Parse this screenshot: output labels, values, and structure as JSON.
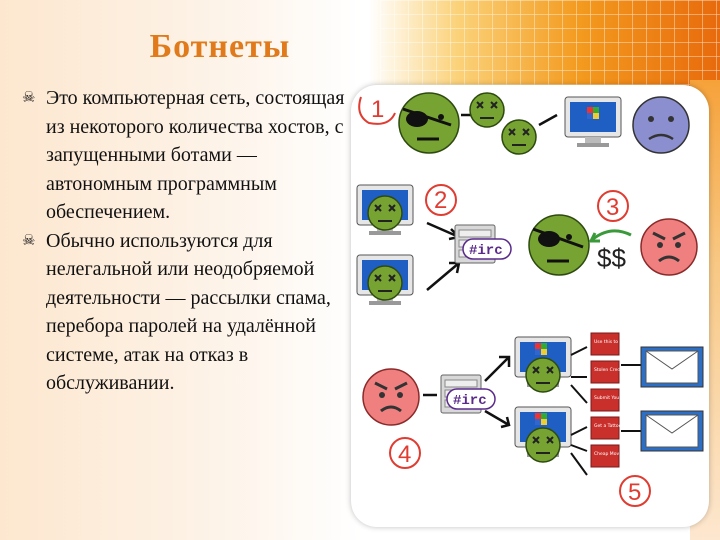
{
  "slide": {
    "title": "Ботнеты",
    "bullets": [
      "Это компьютерная сеть, состоящая из некоторого количества хостов, с запущенными ботами — автономным программным обеспечением.",
      "Обычно используются для нелегальной или неодобряемой деятельности — рассылки спама, перебора паролей на удалённой системе, атак на отказ в обслуживании."
    ],
    "bullet_icon": "skull-icon"
  },
  "diagram": {
    "step_numbers": [
      "1",
      "2",
      "3",
      "4",
      "5"
    ],
    "irc_label": "#irc",
    "payment_label": "$$",
    "service_cards": [
      "Use this to attack?",
      "Stolen Credit Cards",
      "Submit Your Info",
      "Get a Tattoo?",
      "Cheap Movie Tickets"
    ],
    "colors": {
      "accent": "#e03c31",
      "bot_face": "#76a332",
      "victim_face": "#8b8fd0",
      "angry_face": "#f08080",
      "title": "#e07a1a"
    }
  }
}
